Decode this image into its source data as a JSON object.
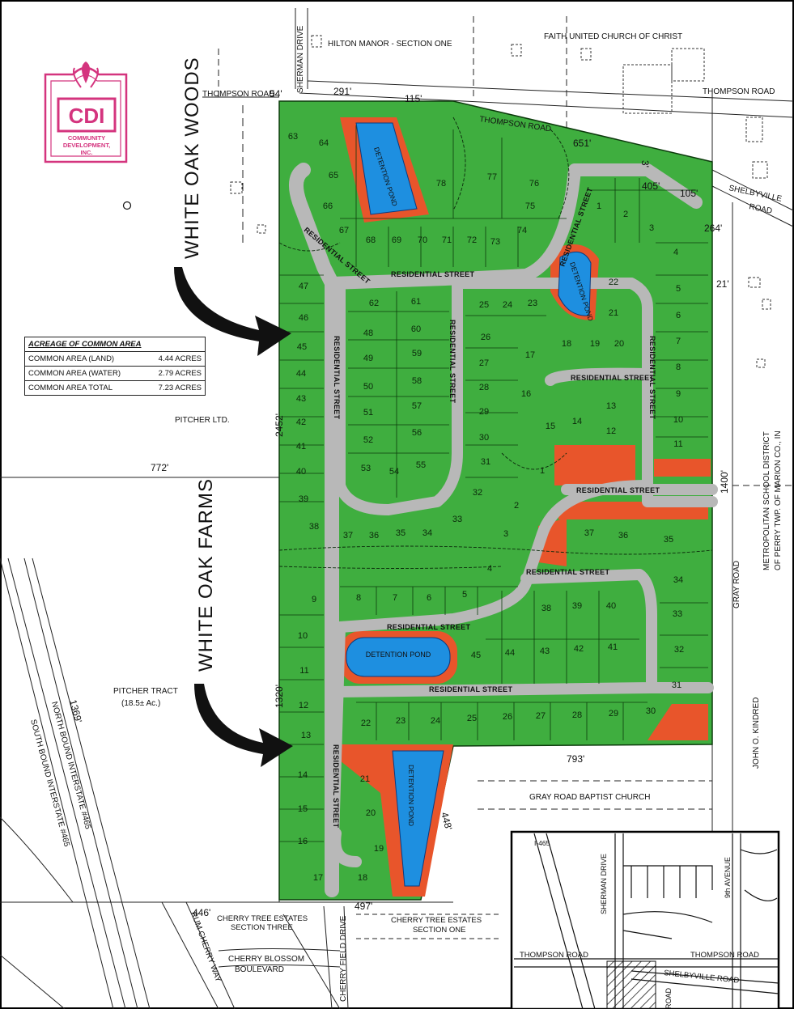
{
  "logo": {
    "abbr": "CDI",
    "line1": "COMMUNITY",
    "line2": "DEVELOPMENT,",
    "line3": "INC."
  },
  "acreage": {
    "title": "ACREAGE OF COMMON AREA",
    "rows": [
      {
        "label": "COMMON AREA (LAND)",
        "value": "4.44 ACRES"
      },
      {
        "label": "COMMON AREA (WATER)",
        "value": "2.79 ACRES"
      },
      {
        "label": "COMMON AREA TOTAL",
        "value": "7.23 ACRES"
      }
    ]
  },
  "banners": {
    "woods": "WHITE OAK WOODS",
    "farms": "WHITE OAK FARMS"
  },
  "places": {
    "hilton": "HILTON MANOR - SECTION ONE",
    "church": "FAITH UNITED CHURCH OF CHRIST",
    "pitcher_ltd": "PITCHER LTD.",
    "pitcher_tract": "PITCHER TRACT",
    "pitcher_acres": "(18.5± Ac.)",
    "school1": "METROPOLITAN SCHOOL DISTRICT",
    "school2": "OF PERRY TWP. OF MARION CO., IN",
    "kindred": "JOHN O. KINDRED",
    "baptist": "GRAY ROAD BAPTIST CHURCH",
    "cherry3a": "CHERRY TREE ESTATES",
    "cherry3b": "SECTION THREE",
    "cherry1a": "CHERRY TREE ESTATES",
    "cherry1b": "SECTION ONE"
  },
  "roads": {
    "sherman": "SHERMAN DRIVE",
    "thompson_w": "THOMPSON ROAD",
    "thompson_c": "THOMPSON ROAD",
    "thompson_e": "THOMPSON ROAD",
    "shelbyville1": "SHELBYVILLE",
    "shelbyville2": "ROAD",
    "gray": "GRAY ROAD",
    "residential": "RESIDENTIAL STREET",
    "nb465": "NORTH BOUND INTERSTATE #465",
    "sb465": "SOUTH BOUND INTERSTATE #465",
    "rum_cherry": "RUM CHERRY WAY",
    "blossom1": "CHERRY BLOSSOM",
    "blossom2": "BOULEVARD",
    "cherry_field": "CHERRY FIELD DRIVE"
  },
  "dims": {
    "d54": "54'",
    "d291": "291'",
    "d115": "115'",
    "d651": "651'",
    "d3": "3'",
    "d405": "405'",
    "d105": "105'",
    "d264": "264'",
    "d21": "21'",
    "d2452": "2452'",
    "d772": "772'",
    "d1400": "1400'",
    "d1320": "1320'",
    "d1369": "1369'",
    "d793": "793'",
    "d448": "448'",
    "d446": "446'",
    "d497": "497'"
  },
  "ponds": [
    "DETENTION POND",
    "DETENTION POND",
    "DETENTION POND",
    "DETENTION POND"
  ],
  "inset": {
    "r465": "I-465",
    "sherman": "SHERMAN DRIVE",
    "ninth": "9th AVENUE",
    "thompson_w": "THOMPSON ROAD",
    "thompson_e": "THOMPSON ROAD",
    "shelbyville": "SHELBYVILLE ROAD",
    "road": "ROAD"
  },
  "lots": [
    {
      "n": "63"
    },
    {
      "n": "64"
    },
    {
      "n": "65"
    },
    {
      "n": "66"
    },
    {
      "n": "67"
    },
    {
      "n": "68"
    },
    {
      "n": "69"
    },
    {
      "n": "70"
    },
    {
      "n": "71"
    },
    {
      "n": "72"
    },
    {
      "n": "73"
    },
    {
      "n": "74"
    },
    {
      "n": "75"
    },
    {
      "n": "76"
    },
    {
      "n": "77"
    },
    {
      "n": "78"
    },
    {
      "n": "1"
    },
    {
      "n": "2"
    },
    {
      "n": "3"
    },
    {
      "n": "4"
    },
    {
      "n": "5"
    },
    {
      "n": "6"
    },
    {
      "n": "7"
    },
    {
      "n": "8"
    },
    {
      "n": "9"
    },
    {
      "n": "10"
    },
    {
      "n": "11"
    },
    {
      "n": "12"
    },
    {
      "n": "13"
    },
    {
      "n": "14"
    },
    {
      "n": "15"
    },
    {
      "n": "16"
    },
    {
      "n": "17"
    },
    {
      "n": "18"
    },
    {
      "n": "19"
    },
    {
      "n": "20"
    },
    {
      "n": "21"
    },
    {
      "n": "22"
    },
    {
      "n": "23"
    },
    {
      "n": "24"
    },
    {
      "n": "25"
    },
    {
      "n": "26"
    },
    {
      "n": "27"
    },
    {
      "n": "28"
    },
    {
      "n": "29"
    },
    {
      "n": "30"
    },
    {
      "n": "31"
    },
    {
      "n": "32"
    },
    {
      "n": "33"
    },
    {
      "n": "34"
    },
    {
      "n": "35"
    },
    {
      "n": "36"
    },
    {
      "n": "37"
    },
    {
      "n": "38"
    },
    {
      "n": "39"
    },
    {
      "n": "40"
    },
    {
      "n": "41"
    },
    {
      "n": "42"
    },
    {
      "n": "43"
    },
    {
      "n": "44"
    },
    {
      "n": "45"
    },
    {
      "n": "46"
    },
    {
      "n": "47"
    },
    {
      "n": "48"
    },
    {
      "n": "49"
    },
    {
      "n": "50"
    },
    {
      "n": "51"
    },
    {
      "n": "52"
    },
    {
      "n": "53"
    },
    {
      "n": "54"
    },
    {
      "n": "55"
    },
    {
      "n": "56"
    },
    {
      "n": "57"
    },
    {
      "n": "58"
    },
    {
      "n": "59"
    },
    {
      "n": "60"
    },
    {
      "n": "61"
    },
    {
      "n": "62"
    },
    {
      "n": "1"
    },
    {
      "n": "2"
    },
    {
      "n": "3"
    },
    {
      "n": "4"
    },
    {
      "n": "5"
    },
    {
      "n": "6"
    },
    {
      "n": "7"
    },
    {
      "n": "8"
    },
    {
      "n": "9"
    },
    {
      "n": "10"
    },
    {
      "n": "11"
    },
    {
      "n": "12"
    },
    {
      "n": "13"
    },
    {
      "n": "14"
    },
    {
      "n": "15"
    },
    {
      "n": "16"
    },
    {
      "n": "17"
    },
    {
      "n": "18"
    },
    {
      "n": "19"
    },
    {
      "n": "20"
    },
    {
      "n": "21"
    },
    {
      "n": "22"
    },
    {
      "n": "23"
    },
    {
      "n": "24"
    },
    {
      "n": "25"
    },
    {
      "n": "26"
    },
    {
      "n": "27"
    },
    {
      "n": "28"
    },
    {
      "n": "29"
    },
    {
      "n": "30"
    },
    {
      "n": "31"
    },
    {
      "n": "32"
    },
    {
      "n": "33"
    },
    {
      "n": "34"
    },
    {
      "n": "35"
    },
    {
      "n": "36"
    },
    {
      "n": "37"
    },
    {
      "n": "38"
    },
    {
      "n": "39"
    },
    {
      "n": "40"
    },
    {
      "n": "41"
    },
    {
      "n": "42"
    },
    {
      "n": "43"
    },
    {
      "n": "44"
    },
    {
      "n": "45"
    }
  ],
  "colors": {
    "lot_green": "#3fae3f",
    "street_gray": "#b8b8b8",
    "pond_blue": "#1e8fe0",
    "common_orange": "#e8552b",
    "logo_pink": "#d4347e"
  }
}
